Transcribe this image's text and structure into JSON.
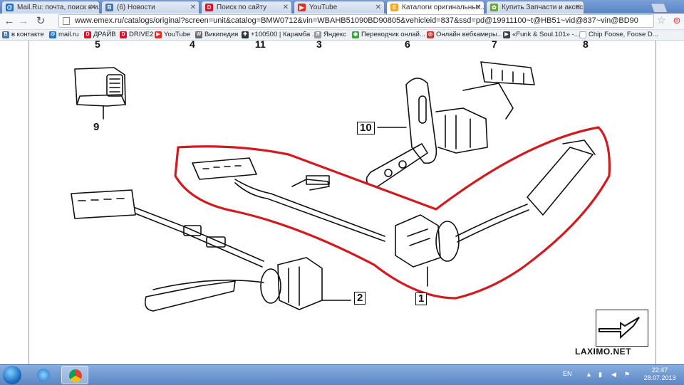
{
  "browser": {
    "tabs": [
      {
        "title": "Mail.Ru: почта, поиск в и...",
        "icon": "mailru-icon",
        "color": "#1e73c6",
        "glyph": "@",
        "active": false
      },
      {
        "title": "(6) Новости",
        "icon": "vk-icon",
        "color": "#4a76a8",
        "glyph": "B",
        "active": false
      },
      {
        "title": "Поиск по сайту",
        "icon": "drive2-icon",
        "color": "#d4152a",
        "glyph": "D",
        "active": false
      },
      {
        "title": "YouTube",
        "icon": "youtube-icon",
        "color": "#e52d27",
        "glyph": "▶",
        "active": false
      },
      {
        "title": "Каталоги оригинальных...",
        "icon": "emex-icon",
        "color": "#f5a623",
        "glyph": "E",
        "active": true
      },
      {
        "title": "Купить Запчасти и аксес...",
        "icon": "shop-icon",
        "color": "#6ba539",
        "glyph": "✿",
        "active": false
      }
    ],
    "url": "www.emex.ru/catalogs/original?screen=unit&catalog=BMW0712&vin=WBAHB51090BD90805&vehicleid=837&ssd=pd@19911100~t@HB51~vid@837~vin@BD90",
    "bookmarks": [
      {
        "label": "в контакте",
        "icon": "vk-icon",
        "color": "#4a76a8",
        "glyph": "B"
      },
      {
        "label": "mail.ru",
        "icon": "mailru-icon",
        "color": "#1e73c6",
        "glyph": "@"
      },
      {
        "label": "ДРАЙВ",
        "icon": "drive-icon",
        "color": "#d4152a",
        "glyph": "D"
      },
      {
        "label": "DRIVE2",
        "icon": "drive2-icon",
        "color": "#d4152a",
        "glyph": "D"
      },
      {
        "label": "YouTube",
        "icon": "youtube-icon",
        "color": "#e52d27",
        "glyph": "▶"
      },
      {
        "label": "Википедия",
        "icon": "wikipedia-icon",
        "color": "#666666",
        "glyph": "W"
      },
      {
        "label": "+100500 | Карамба ...",
        "icon": "karamba-icon",
        "color": "#333333",
        "glyph": "✚"
      },
      {
        "label": "Яндекс",
        "icon": "yandex-icon",
        "color": "#999999",
        "glyph": "Я"
      },
      {
        "label": "Переводчик онлай...",
        "icon": "translate-icon",
        "color": "#3aa13a",
        "glyph": "◉"
      },
      {
        "label": "Онлайн вебкамеры...",
        "icon": "webcam-icon",
        "color": "#c0392b",
        "glyph": "◎"
      },
      {
        "label": "«Funk & Soul.101» -...",
        "icon": "radio-icon",
        "color": "#444444",
        "glyph": "▶"
      },
      {
        "label": "Chip Foose, Foose D...",
        "icon": "page-icon",
        "color": "#bbbbbb",
        "glyph": ""
      }
    ]
  },
  "diagram": {
    "top_cut_labels": [
      "5",
      "4",
      "11",
      "3",
      "6",
      "7",
      "8"
    ],
    "parts": [
      {
        "number": "9",
        "boxed": false
      },
      {
        "number": "10",
        "boxed": true
      },
      {
        "number": "2",
        "boxed": true
      },
      {
        "number": "1",
        "boxed": true
      }
    ],
    "watermark": "LAXIMO.NET",
    "highlight_color": "#d21a1f"
  },
  "taskbar": {
    "language": "EN",
    "time": "22:47",
    "date": "28.07.2013"
  }
}
